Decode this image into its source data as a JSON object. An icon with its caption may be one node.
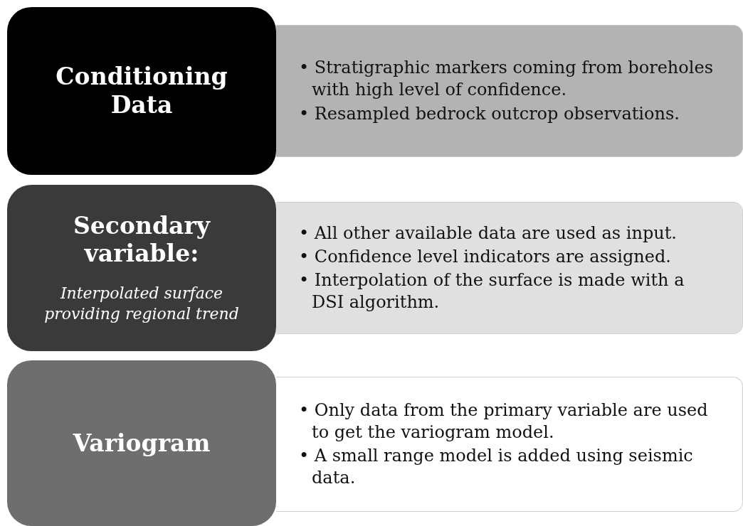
{
  "diagram": {
    "nodes": [
      {
        "text": [
          "Conditioning Data"
        ]
      },
      {
        "text": [
          "• Stratigraphic markers coming from boreholes with high level of confidence.",
          "• Resampled bedrock outcrop observations."
        ]
      },
      {
        "text": [
          "Secondary variable:",
          "Interpolated surface providing regional trend"
        ]
      },
      {
        "text": [
          "• All other available data are used as input.",
          "• Confidence level indicators are assigned.",
          "• Interpolation of the surface is made with a DSI algorithm."
        ]
      },
      {
        "text": [
          "Variogram"
        ]
      },
      {
        "text": [
          "• Only data from the primary variable are used to get the variogram model.",
          "• A small range model is added using seismic data."
        ]
      }
    ]
  }
}
